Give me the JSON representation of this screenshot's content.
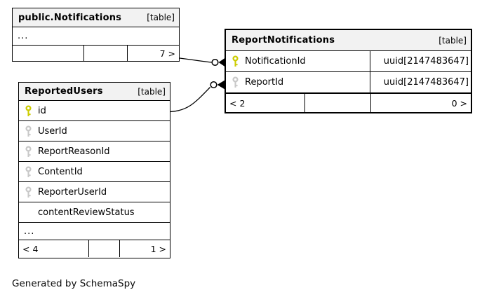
{
  "diagram": {
    "footer_note": "Generated by SchemaSpy"
  },
  "colors": {
    "primary_key": "#cccc00",
    "foreign_key": "#c8c8c8",
    "header_bg": "#f2f2f2",
    "border": "#000000"
  },
  "tables": [
    {
      "name": "public.Notifications",
      "badge": "[table]",
      "collapsed_indicator": "...",
      "footer": {
        "left": "",
        "middle": "",
        "right": "7 >"
      }
    },
    {
      "name": "ReportNotifications",
      "badge": "[table]",
      "columns": [
        {
          "name": "NotificationId",
          "type": "uuid[2147483647]",
          "key": "primary"
        },
        {
          "name": "ReportId",
          "type": "uuid[2147483647]",
          "key": "foreign"
        }
      ],
      "footer": {
        "left": "< 2",
        "middle": "",
        "right": "0 >"
      }
    },
    {
      "name": "ReportedUsers",
      "badge": "[table]",
      "columns": [
        {
          "name": "id",
          "key": "primary"
        },
        {
          "name": "UserId",
          "key": "foreign"
        },
        {
          "name": "ReportReasonId",
          "key": "foreign"
        },
        {
          "name": "ContentId",
          "key": "foreign"
        },
        {
          "name": "ReporterUserId",
          "key": "foreign"
        },
        {
          "name": "contentReviewStatus",
          "key": "none"
        }
      ],
      "collapsed_indicator": "...",
      "footer": {
        "left": "< 4",
        "middle": "",
        "right": "1 >"
      }
    }
  ],
  "relationships": [
    {
      "from": "public.Notifications",
      "to": "ReportNotifications.NotificationId",
      "marker": "open-circle-solid-arrow"
    },
    {
      "from": "ReportedUsers.id",
      "to": "ReportNotifications.ReportId",
      "marker": "open-circle-solid-arrow"
    }
  ]
}
